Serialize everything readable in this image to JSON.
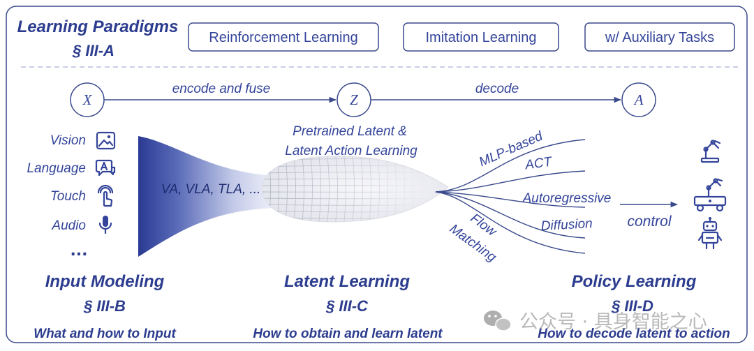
{
  "paradigms": {
    "title": "Learning Paradigms",
    "ref": "§ III-A",
    "items": [
      "Reinforcement Learning",
      "Imitation Learning",
      "w/ Auxiliary Tasks"
    ]
  },
  "pipeline": {
    "nodes": {
      "input": "X",
      "latent": "Z",
      "action": "A"
    },
    "edges": {
      "encode": "encode and fuse",
      "decode": "decode"
    }
  },
  "inputs": {
    "modalities": [
      {
        "label": "Vision",
        "icon": "image-icon"
      },
      {
        "label": "Language",
        "icon": "language-chat-icon"
      },
      {
        "label": "Touch",
        "icon": "touch-icon"
      },
      {
        "label": "Audio",
        "icon": "microphone-icon"
      }
    ],
    "more": "...",
    "funnel_label": "VA, VLA, TLA, ..."
  },
  "latent": {
    "caption_line1": "Pretrained Latent &",
    "caption_line2": "Latent Action Learning"
  },
  "policy": {
    "decoders": {
      "mlp": "MLP-based",
      "act": "ACT",
      "autoregressive": "Autoregressive",
      "diffusion": "Diffusion",
      "flow_line1": "Flow",
      "flow_line2": "Matching"
    },
    "control": "control",
    "robots": [
      "robot-arm-icon",
      "mobile-manipulator-icon",
      "humanoid-robot-icon"
    ]
  },
  "sections": [
    {
      "title": "Input Modeling",
      "ref": "§ III-B",
      "caption": "What and how to Input"
    },
    {
      "title": "Latent Learning",
      "ref": "§ III-C",
      "caption": "How to obtain and learn latent"
    },
    {
      "title": "Policy Learning",
      "ref": "§ III-D",
      "caption": "How to decode latent to action"
    }
  ],
  "watermark": "公众号 · 具身智能之心",
  "colors": {
    "primary": "#2c3c8e",
    "frame": "#3a4a8c",
    "funnel_dark": "#2a3a93",
    "divider": "#b6bfdc",
    "watermark": "#8a8a8a"
  }
}
